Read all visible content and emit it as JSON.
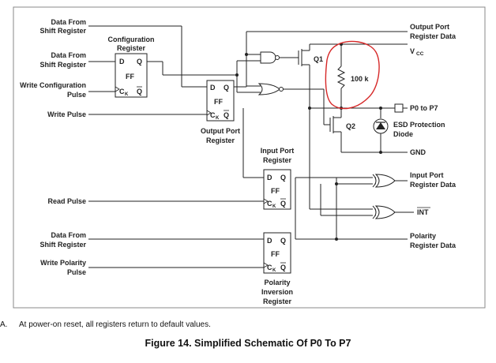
{
  "inputs": {
    "config_data": [
      "Data From",
      "Shift Register"
    ],
    "output_data": [
      "Data From",
      "Shift Register"
    ],
    "write_config": [
      "Write Configuration",
      "Pulse"
    ],
    "write_pulse": "Write Pulse",
    "read_pulse": "Read Pulse",
    "polarity_data": [
      "Data From",
      "Shift Register"
    ],
    "write_polarity": [
      "Write Polarity",
      "Pulse"
    ]
  },
  "registers": {
    "configuration": [
      "Configuration",
      "Register"
    ],
    "output_port": [
      "Output Port",
      "Register"
    ],
    "input_port": [
      "Input Port",
      "Register"
    ],
    "polarity": [
      "Polarity",
      "Inversion",
      "Register"
    ]
  },
  "flipflop": {
    "d": "D",
    "q": "Q",
    "ff": "FF",
    "ck": "C",
    "ck_sub": "K",
    "qbar": "Q"
  },
  "outputs": {
    "output_port_data": [
      "Output Port",
      "Register Data"
    ],
    "vcc": "V",
    "vcc_sub": "CC",
    "pin": "P0 to P7",
    "esd": [
      "ESD Protection",
      "Diode"
    ],
    "gnd": "GND",
    "input_port_data": [
      "Input Port",
      "Register Data"
    ],
    "int": "INT",
    "polarity_data": [
      "Polarity",
      "Register Data"
    ]
  },
  "transistors": {
    "q1": "Q1",
    "q2": "Q2"
  },
  "resistor": "100 k",
  "note": {
    "mark": "A.",
    "text": "At power-on reset, all registers return to default values."
  },
  "caption": "Figure 14.  Simplified Schematic Of P0 To P7",
  "colors": {
    "line": "#222222",
    "annotation": "#d62828",
    "text": "#222222"
  }
}
